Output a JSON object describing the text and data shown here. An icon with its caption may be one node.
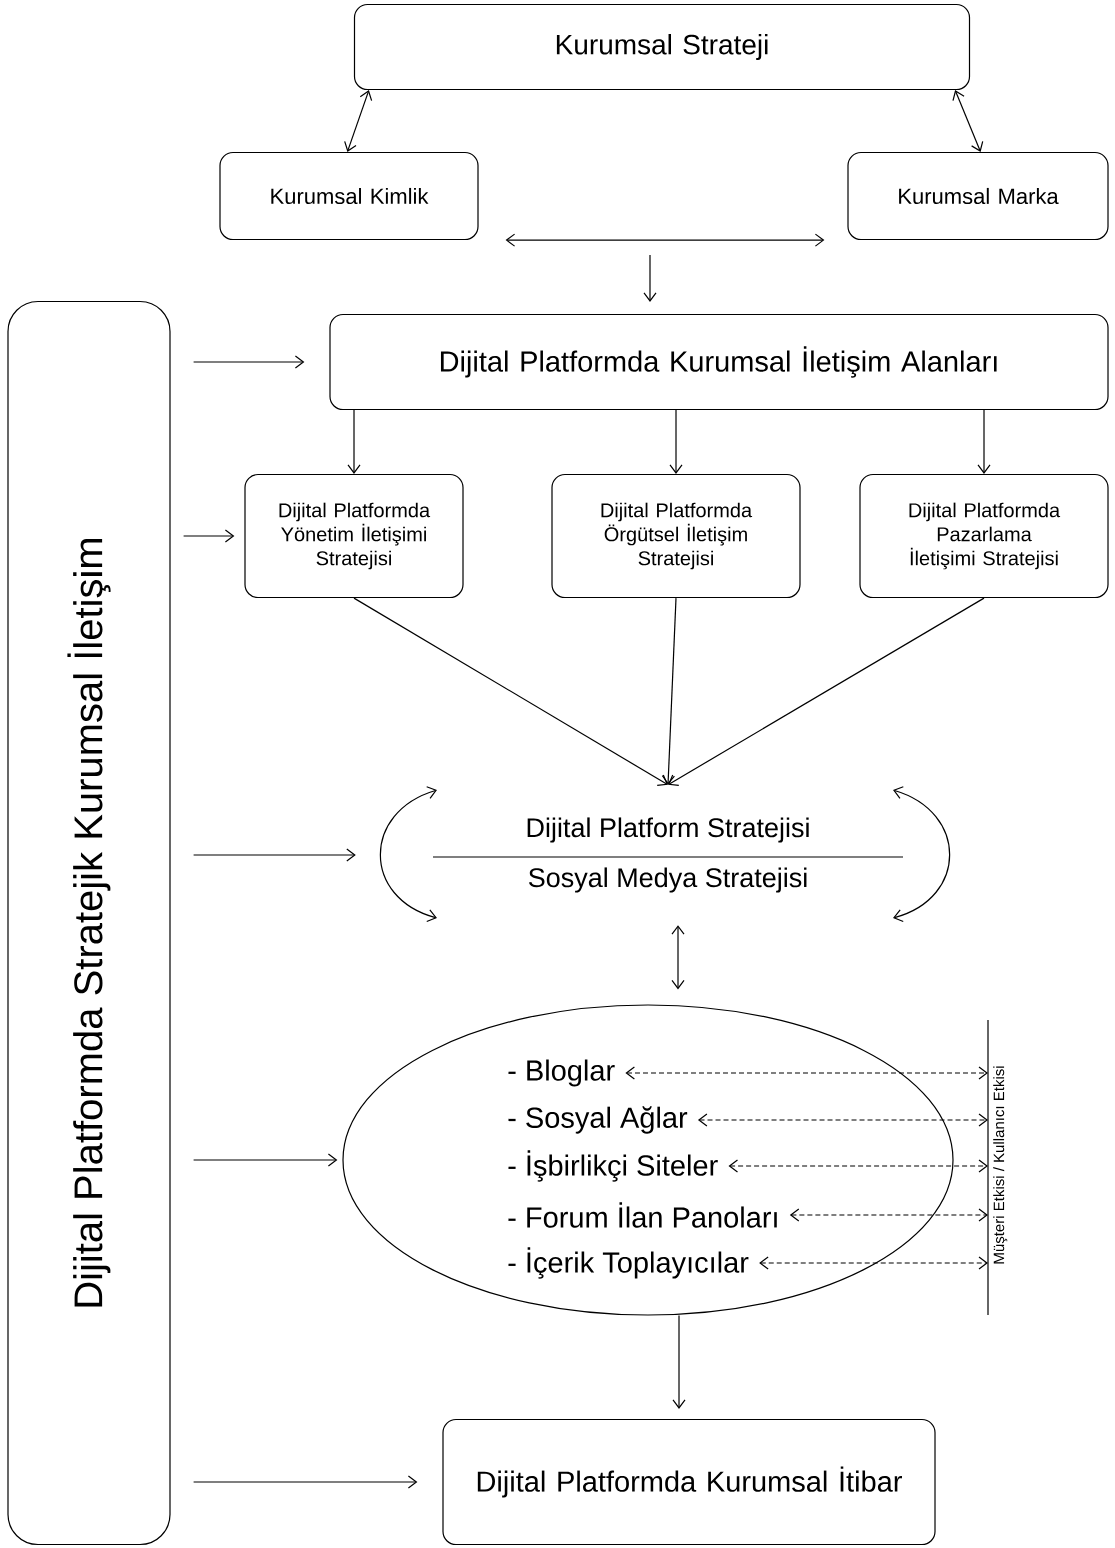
{
  "diagram": {
    "nodes": [
      {
        "text": [
          "Kurumsal Strateji"
        ]
      },
      {
        "text": [
          "Kurumsal Kimlik"
        ]
      },
      {
        "text": [
          "Kurumsal Marka"
        ]
      },
      {
        "text": [
          "Dijital Platformda Kurumsal İletişim Alanları"
        ]
      },
      {
        "text": [
          "Dijital Platformda Yönetim İletişimi Stratejisi"
        ]
      },
      {
        "text": [
          "Dijital Platformda Örgütsel İletişim Stratejisi"
        ]
      },
      {
        "text": [
          "Dijital Platformda Pazarlama İletişimi Stratejisi"
        ]
      },
      {
        "text": [
          "Dijital Platform Stratejisi",
          "Sosyal Medya Stratejisi"
        ]
      },
      {
        "text": [],
        "shape": "ellipse"
      },
      {
        "text": [
          "- Bloglar"
        ],
        "in": 8
      },
      {
        "text": [
          "- Sosyal Ağlar"
        ],
        "in": 8
      },
      {
        "text": [
          "- İşbirlikçi Siteler"
        ],
        "in": 8
      },
      {
        "text": [
          "- Forum İlan Panoları"
        ],
        "in": 8
      },
      {
        "text": [
          "- İçerik Toplayıcılar"
        ],
        "in": 8
      },
      {
        "text": [
          "Müşteri Etkisi / Kullanıcı Etkisi"
        ]
      },
      {
        "text": [
          "Dijital Platformda Kurumsal İtibar"
        ]
      },
      {
        "text": [
          "Dijital Platformda Stratejik Kurumsal İletişim"
        ]
      }
    ],
    "edges": [
      {
        "from": 0,
        "to": 1,
        "arrow": "both"
      },
      {
        "from": 0,
        "to": 2,
        "arrow": "both"
      },
      {
        "from": 1,
        "to": 2,
        "arrow": "both"
      },
      {
        "from": null,
        "to": 3,
        "arrow": "to"
      },
      {
        "from": 3,
        "to": 4,
        "arrow": "to"
      },
      {
        "from": 3,
        "to": 5,
        "arrow": "to"
      },
      {
        "from": 3,
        "to": 6,
        "arrow": "to"
      },
      {
        "from": 4,
        "to": 7,
        "arrow": "to"
      },
      {
        "from": 5,
        "to": 7,
        "arrow": "to"
      },
      {
        "from": 6,
        "to": 7,
        "arrow": "to"
      },
      {
        "from": 7,
        "to": 8,
        "arrow": "both"
      },
      {
        "from": 9,
        "to": 14,
        "arrow": "both",
        "style": "dashed"
      },
      {
        "from": 10,
        "to": 14,
        "arrow": "both",
        "style": "dashed"
      },
      {
        "from": 11,
        "to": 14,
        "arrow": "both",
        "style": "dashed"
      },
      {
        "from": 12,
        "to": 14,
        "arrow": "both",
        "style": "dashed"
      },
      {
        "from": 13,
        "to": 14,
        "arrow": "both",
        "style": "dashed"
      },
      {
        "from": 8,
        "to": 15,
        "arrow": "to"
      },
      {
        "from": 16,
        "to": 3,
        "arrow": "to"
      },
      {
        "from": 16,
        "to": 4,
        "arrow": "to"
      },
      {
        "from": 16,
        "to": 7,
        "arrow": "to"
      },
      {
        "from": 16,
        "to": 8,
        "arrow": "to"
      },
      {
        "from": 16,
        "to": 15,
        "arrow": "to"
      }
    ]
  }
}
